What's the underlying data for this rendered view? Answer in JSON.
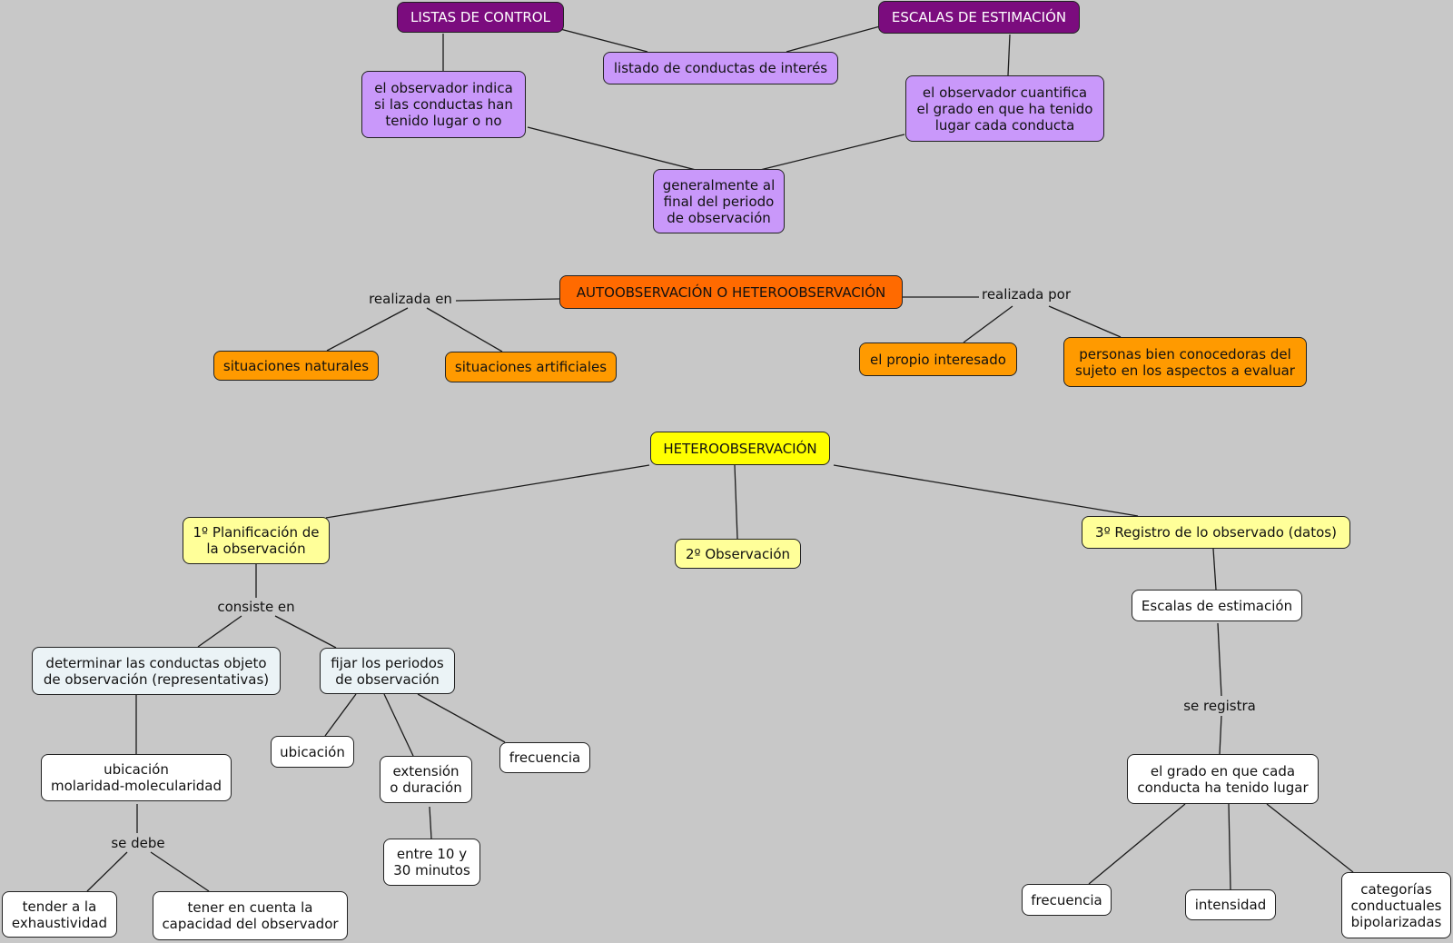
{
  "top": {
    "listas_de_control": "LISTAS DE CONTROL",
    "escalas_de_estimacion": "ESCALAS DE ESTIMACIÓN",
    "listado_conductas": "listado de conductas de interés",
    "observador_indica": "el observador indica\nsi las conductas han\ntenido lugar o no",
    "observador_cuantifica": "el observador cuantifica\nel grado en que ha tenido\nlugar cada conducta",
    "generalmente_al_final": "generalmente al\nfinal del periodo\nde observación"
  },
  "middle": {
    "auto_hetero": "AUTOOBSERVACIÓN O HETEROOBSERVACIÓN",
    "realizada_en": "realizada en",
    "realizada_por": "realizada por",
    "situaciones_naturales": "situaciones naturales",
    "situaciones_artificiales": "situaciones artificiales",
    "propio_interesado": "el propio interesado",
    "personas_conocedoras": "personas bien conocedoras del\nsujeto en los aspectos a evaluar"
  },
  "bottom": {
    "heteroobservacion": "HETEROOBSERVACIÓN",
    "planificacion": "1º Planificación de\nla observación",
    "observacion": "2º Observación",
    "registro": "3º Registro de lo observado (datos)",
    "consiste_en": "consiste en",
    "determinar_conductas": "determinar las conductas objeto\nde observación (representativas)",
    "fijar_periodos": "fijar los periodos\nde observación",
    "ubicacion_molaridad": "ubicación\nmolaridad-molecularidad",
    "se_debe": "se debe",
    "tender_exhaustividad": "tender a la\nexhaustividad",
    "capacidad_observador": "tener en cuenta la\ncapacidad del observador",
    "ubicacion": "ubicación",
    "extension_duracion": "extensión\no duración",
    "frecuencia_periodos": "frecuencia",
    "entre_10_30": "entre 10 y\n30 minutos",
    "escalas_estimacion": "Escalas de estimación",
    "se_registra": "se registra",
    "grado_conducta": "el grado en que cada\nconducta ha tenido lugar",
    "frecuencia_registro": "frecuencia",
    "intensidad": "intensidad",
    "categorias_bipolarizadas": "categorías\nconductuales\nbipolarizadas"
  },
  "colors": {
    "background": "#c8c8c8",
    "purple_dark": "#7b0c7e",
    "purple": "#c998fa",
    "orange_dark": "#ff6a00",
    "orange": "#ff9a00",
    "yellow_main": "#ffff00",
    "yellow": "#ffff99",
    "pale": "#ebf3f6",
    "white": "#ffffff"
  }
}
